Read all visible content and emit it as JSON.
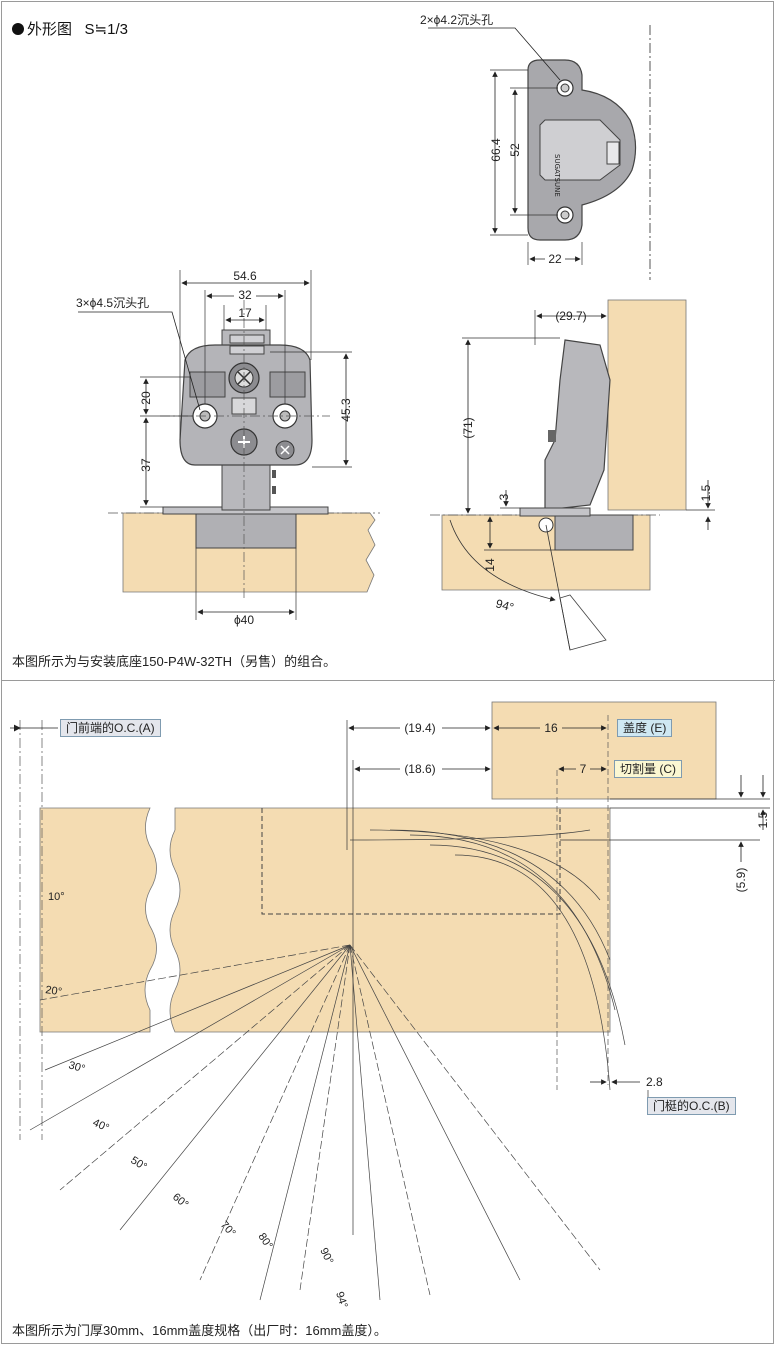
{
  "heading": {
    "title": "外形图",
    "scale": "S≒1/3"
  },
  "top_view": {
    "holes_label": "2×ϕ4.2沉头孔",
    "dim_height": "66.4",
    "dim_hole_pitch": "52",
    "dim_width": "22"
  },
  "front_view": {
    "holes_label": "3×ϕ4.5沉头孔",
    "dim_overall_width": "54.6",
    "dim_outer_holes": "32",
    "dim_center": "17",
    "dim_hole_spacing": "20",
    "dim_height": "45.3",
    "dim_base_height": "37",
    "dim_cup": "ϕ40"
  },
  "side_view": {
    "dim_offset": "(29.7)",
    "dim_height": "(71)",
    "dim_small": "3",
    "dim_cup_depth": "14",
    "dim_gap": "1.5",
    "angle": "94°"
  },
  "caption_1": "本图所示为与安装底座150-P4W-32TH（另售）的组合。",
  "swing_diagram": {
    "oc_front": "门前端的O.C.(A)",
    "dim_19_4": "(19.4)",
    "dim_16": "16",
    "overlay": "盖度 (E)",
    "dim_18_6": "(18.6)",
    "dim_7": "7",
    "cut": "切割量 (C)",
    "dim_1_5": "1.5",
    "dim_5_9": "(5.9)",
    "dim_2_8": "2.8",
    "oc_frame": "门梃的O.C.(B)",
    "angles": [
      "10°",
      "20°",
      "30°",
      "40°",
      "50°",
      "60°",
      "70°",
      "80°",
      "90°",
      "94°"
    ]
  },
  "caption_2": "本图所示为门厚30mm、16mm盖度规格（出厂时：16mm盖度）。",
  "colors": {
    "wood": "#f4dcb2",
    "metal": "#b8b8bc",
    "overlay_tag": "#cfe8f2",
    "cut_tag": "#fbf7d2",
    "oc_tag": "#e4e6ec"
  }
}
